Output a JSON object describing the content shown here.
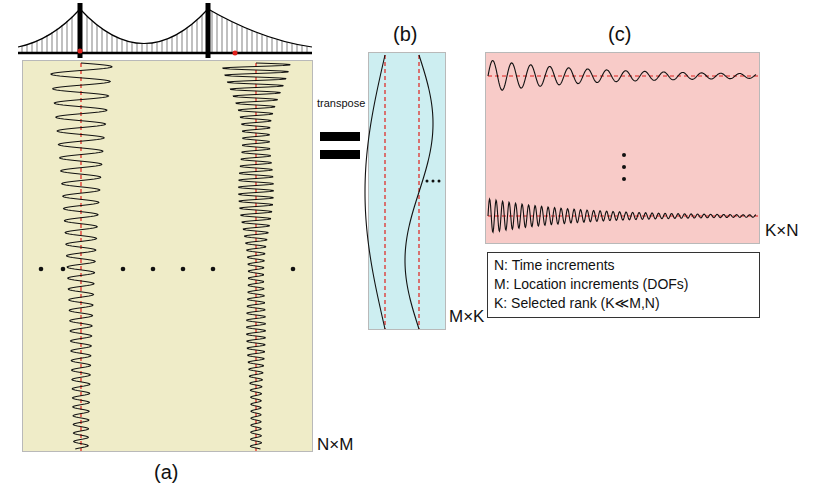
{
  "diagram": {
    "nodes": [
      {
        "text": [
          "N×M",
          "(a)"
        ]
      },
      {
        "text": [
          "(b)",
          "M×K"
        ]
      },
      {
        "text": [
          "(c)",
          "K×N"
        ]
      },
      {
        "text": [
          "N: Time increments",
          "M: Location increments (DOFs)",
          "K: Selected rank (K≪M,N)"
        ]
      }
    ],
    "labels": [
      "transpose"
    ]
  }
}
